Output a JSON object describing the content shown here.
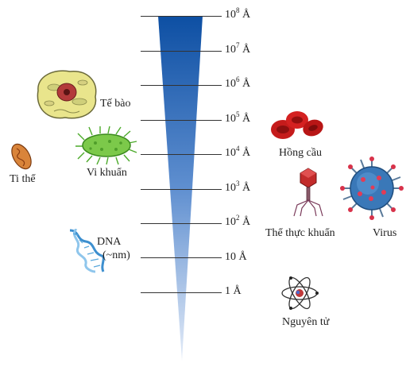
{
  "scale": {
    "ticks": [
      {
        "base": "10",
        "exp": "8",
        "unit": "Å"
      },
      {
        "base": "10",
        "exp": "7",
        "unit": "Å"
      },
      {
        "base": "10",
        "exp": "6",
        "unit": "Å"
      },
      {
        "base": "10",
        "exp": "5",
        "unit": "Å"
      },
      {
        "base": "10",
        "exp": "4",
        "unit": "Å"
      },
      {
        "base": "10",
        "exp": "3",
        "unit": "Å"
      },
      {
        "base": "10",
        "exp": "2",
        "unit": "Å"
      },
      {
        "base": "10",
        "exp": "",
        "unit": "Å"
      },
      {
        "base": "1",
        "exp": "",
        "unit": "Å"
      }
    ],
    "colors": {
      "top": "#0d4fa3",
      "bottom": "#dfe9f7"
    }
  },
  "items": {
    "cell": "Tế bào",
    "mitochondria": "Ti thể",
    "bacteria": "Vi khuẩn",
    "red_blood_cell": "Hồng cầu",
    "bacteriophage": "Thể thực khuẩn",
    "virus": "Virus",
    "dna": "DNA",
    "dna_note": "(~nm)",
    "atom": "Nguyên tử"
  }
}
